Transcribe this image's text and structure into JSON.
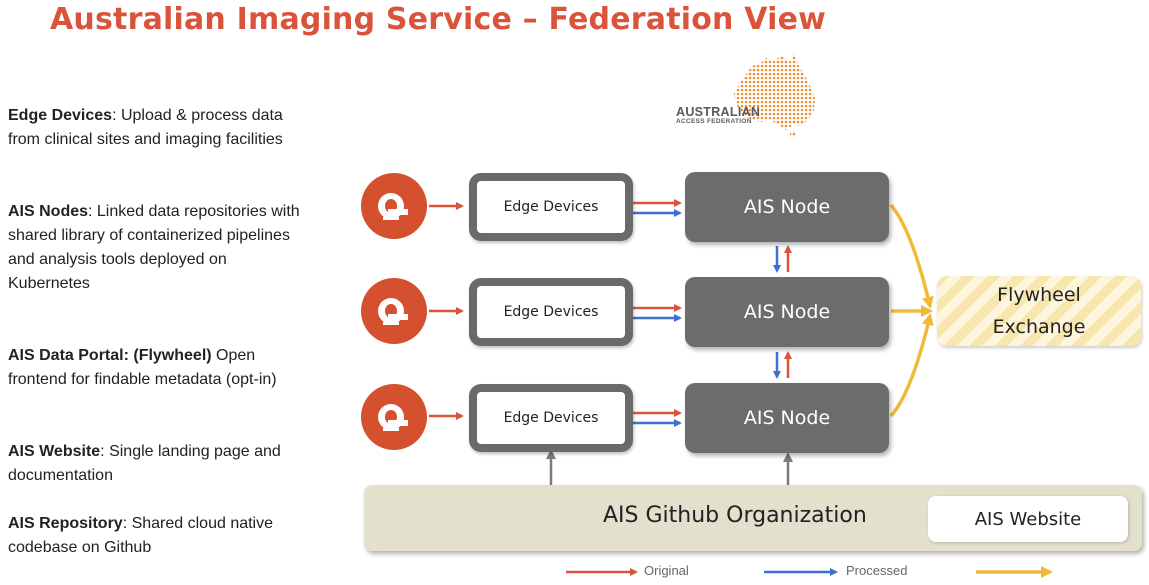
{
  "title": "Australian Imaging Service – Federation View",
  "descriptions": [
    {
      "term": "Edge Devices",
      "sep": ": ",
      "text": "Upload & process  data from clinical sites and imaging facilities"
    },
    {
      "term": "AIS Nodes",
      "sep": ": ",
      "text": "Linked data repositories with shared library of containerized pipelines and analysis tools deployed on Kubernetes"
    },
    {
      "term": "AIS Data Portal: (Flywheel)",
      "sep": " ",
      "text": "Open frontend for findable metadata (opt-in)"
    },
    {
      "term": "AIS Website",
      "sep": ": ",
      "text": "Single landing page and documentation"
    },
    {
      "term": "AIS Repository",
      "sep": ":  ",
      "text": "Shared cloud native codebase on Github"
    }
  ],
  "logo": {
    "line1": "AUSTRALIAN",
    "line2": "ACCESS FEDERATION"
  },
  "edge_devices": [
    {
      "label": "Edge Devices"
    },
    {
      "label": "Edge Devices"
    },
    {
      "label": "Edge Devices"
    }
  ],
  "nodes": [
    {
      "label": "AIS Node"
    },
    {
      "label": "AIS Node"
    },
    {
      "label": "AIS Node"
    }
  ],
  "flywheel": {
    "line1": "Flywheel",
    "line2": "Exchange"
  },
  "github": {
    "label": "AIS Github Organization",
    "website": "AIS Website"
  },
  "legend": {
    "original": "Original",
    "processed": "Processed"
  },
  "colors": {
    "title": "#d9543a",
    "original_arrow": "#d9543a",
    "processed_arrow": "#3f6fd1",
    "exchange_arrow": "#f0b93a",
    "node_fill": "#6c6c6c",
    "scanner_fill": "#d4502f",
    "github_band": "#e3e0cd"
  }
}
